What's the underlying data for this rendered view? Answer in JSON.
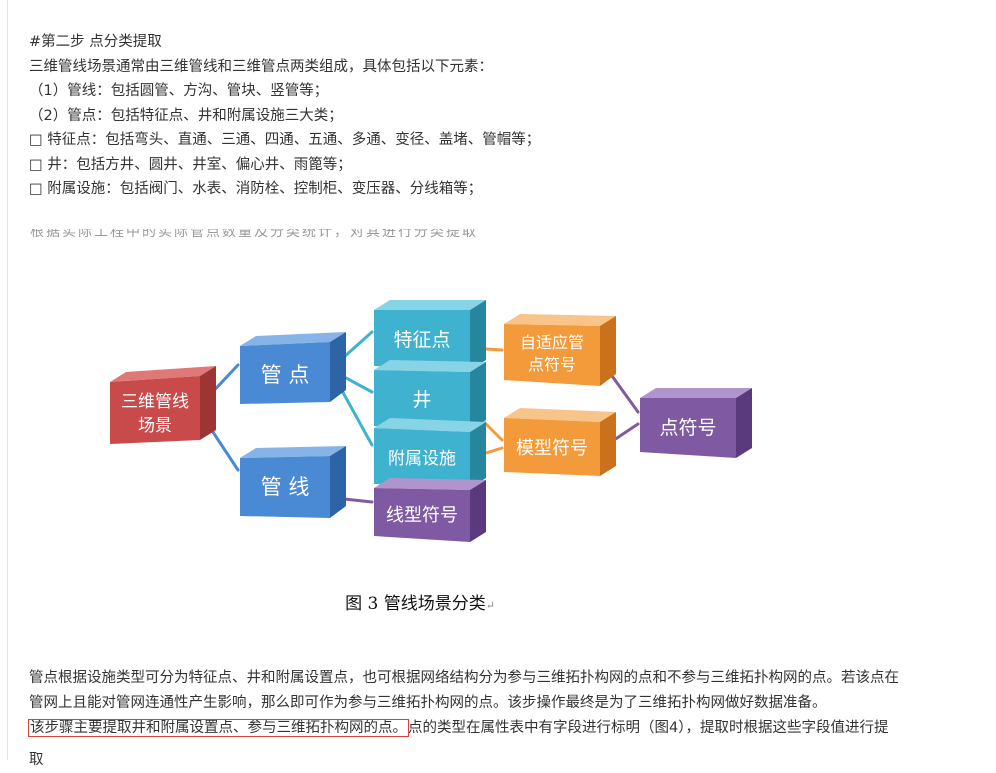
{
  "intro": {
    "heading": "#第二步 点分类提取",
    "lines": [
      "三维管线场景通常由三维管线和三维管点两类组成，具体包括以下元素：",
      "（1）管线：包括圆管、方沟、管块、竖管等；",
      "（2）管点：包括特征点、井和附属设施三大类；",
      "□ 特征点：包括弯头、直通、三通、四通、五通、多通、变径、盖堵、管帽等；",
      "□ 井：包括方井、圆井、井室、偏心井、雨篦等；",
      "□ 附属设施：包括阀门、水表、消防栓、控制柜、变压器、分线箱等；"
    ],
    "ghost_line": "根据实际工程中的实际管点数量及分类统计，对其进行分类提取"
  },
  "diagram": {
    "nodes": {
      "scene": "三维管线场景",
      "pipe_point": "管点",
      "pipe_line": "管线",
      "feature_point": "特征点",
      "well": "井",
      "facility": "附属设施",
      "line_symbol": "线型符号",
      "adaptive": "自适应管点符号",
      "model_symbol": "模型符号",
      "point_symbol": "点符号"
    },
    "colors": {
      "red": "#c94a4a",
      "blue": "#4a89d4",
      "teal": "#3fb2cf",
      "orange": "#f39a3a",
      "purple": "#7f5aa2"
    }
  },
  "caption": {
    "text": "图 3 管线场景分类",
    "mark": "↵"
  },
  "paragraph": {
    "line1": "管点根据设施类型可分为特征点、井和附属设置点，也可根据网络结构分为参与三维拓扑构网的点和不参与三维拓扑构网的点。若该点在",
    "line2": "管网上且能对管网连通性产生影响，那么即可作为参与三维拓扑构网的点。该步操作最终是为了三维拓扑构网做好数据准备。",
    "line3_highlight": "该步骤主要提取井和附属设置点、参与三维拓扑构网的点。",
    "line3_rest": "点的类型在属性表中有字段进行标明（图4），提取时根据这些字段值进行提",
    "line4": "取"
  }
}
